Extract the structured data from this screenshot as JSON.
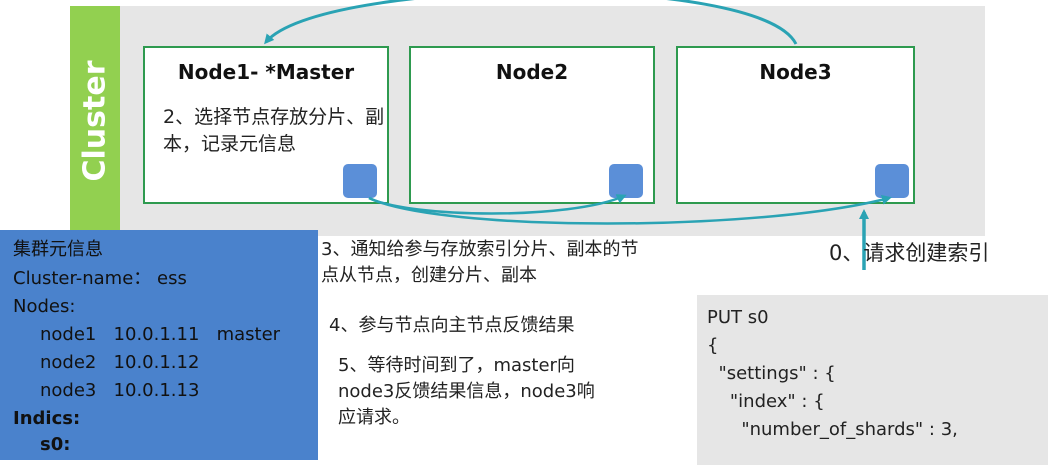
{
  "cluster": {
    "label": "Cluster"
  },
  "nodes": [
    {
      "title": "Node1- *Master"
    },
    {
      "title": "Node2"
    },
    {
      "title": "Node3"
    }
  ],
  "steps": {
    "step0": "0、请求创建索引",
    "step2_line1": "2、选择节点存放分片、副",
    "step2_line2": "本，记录元信息",
    "step3_line1": "3、通知给参与存放索引分片、副本的节",
    "step3_line2": "点从节点，创建分片、副本",
    "step4": "4、参与节点向主节点反馈结果",
    "step5_line1": "5、等待时间到了，master向",
    "step5_line2": "node3反馈结果信息，node3响",
    "step5_line3": "应请求。"
  },
  "metadata": {
    "title": "集群元信息",
    "cluster_name": "Cluster-name：  ess",
    "nodes_label": "Nodes:",
    "node_rows": [
      {
        "name": "node1",
        "ip": "10.0.1.11",
        "role": "master"
      },
      {
        "name": "node2",
        "ip": "10.0.1.12",
        "role": ""
      },
      {
        "name": "node3",
        "ip": "10.0.1.13",
        "role": ""
      }
    ],
    "indices_label": "Indics:",
    "index_partial": "s0:"
  },
  "request": {
    "line1": "PUT s0",
    "line2": "{",
    "line3": "  \"settings\" : {",
    "line4": "    \"index\" : {",
    "line5": "      \"number_of_shards\" : 3,"
  },
  "colors": {
    "cluster_bar": "#92d050",
    "cluster_bg": "#e6e6e6",
    "node_border": "#2e9a4f",
    "shard_square": "#5b8fd8",
    "arrow": "#2aa3b4",
    "metadata_panel": "#4a82cc"
  }
}
